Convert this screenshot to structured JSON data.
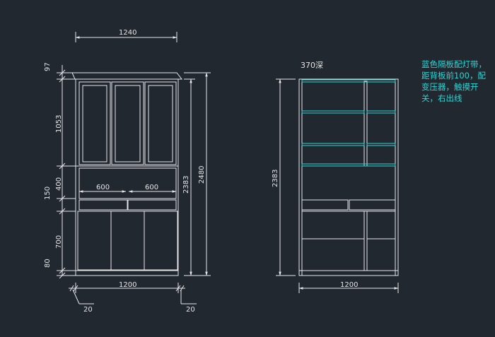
{
  "colors": {
    "background": "#212830",
    "line": "#e6e6e6",
    "shelf_accent": "#2fd6d6",
    "note_text": "#2fd6d6"
  },
  "front_view": {
    "top_width": "1240",
    "bottom_width": "1200",
    "total_height": "2480",
    "body_height": "2383",
    "drawer_width_left": "600",
    "drawer_width_right": "600",
    "segments": {
      "crown": "97",
      "upper_cabinet": "1053",
      "open_section": "400",
      "drawer_section": "150",
      "lower_cabinet": "700",
      "plinth": "80"
    },
    "side_overhang_left": "20",
    "side_overhang_right": "20"
  },
  "side_view": {
    "depth_label": "370深",
    "height": "2383",
    "width": "1200"
  },
  "note": "蓝色隔板配灯带，距背板前100，配变压器，触摸开关，右出线"
}
